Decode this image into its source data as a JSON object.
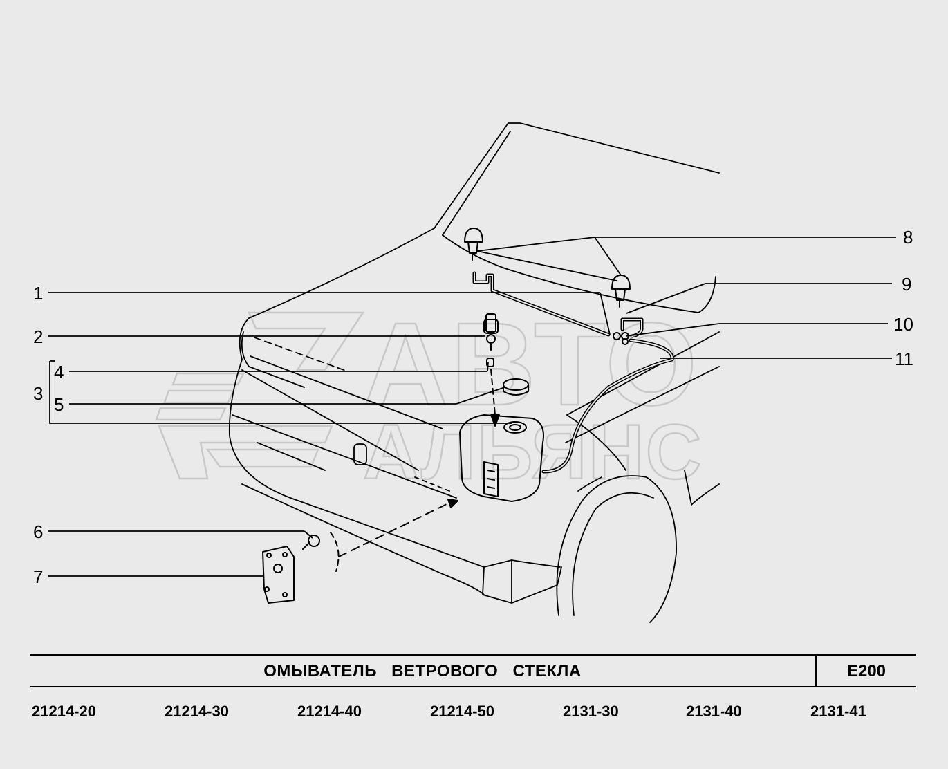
{
  "title": "ОМЫВАТЕЛЬ   ВЕТРОВОГО   СТЕКЛА",
  "code": "E200",
  "models": [
    "21214-20",
    "21214-30",
    "21214-40",
    "21214-50",
    "2131-30",
    "2131-40",
    "2131-41"
  ],
  "callouts": [
    "1",
    "2",
    "3",
    "4",
    "5",
    "6",
    "7",
    "8",
    "9",
    "10",
    "11"
  ],
  "watermark": [
    "АВТО",
    "АЛЬЯНС"
  ],
  "colors": {
    "background": "#eaeaea",
    "line": "#000000",
    "watermark": "#c8c8c8"
  }
}
